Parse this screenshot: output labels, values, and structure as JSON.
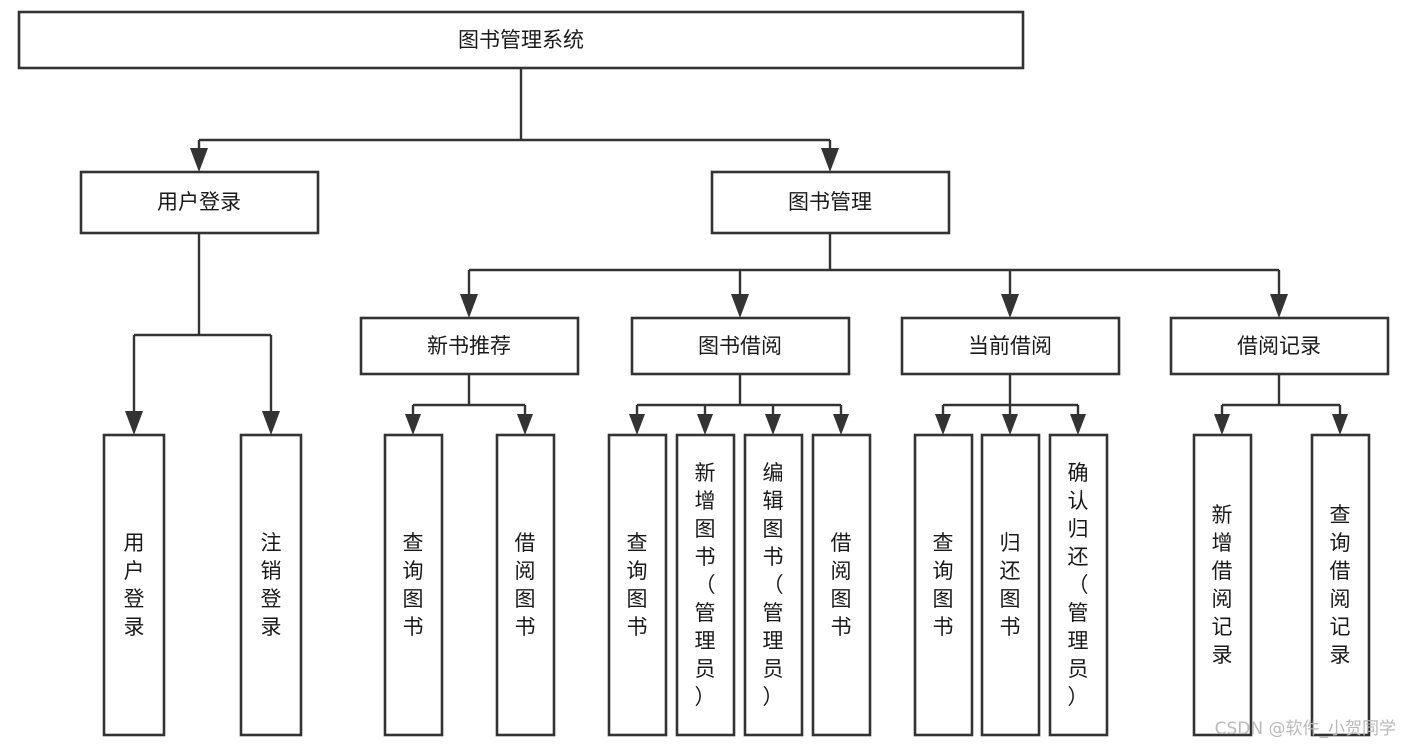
{
  "diagram": {
    "title": "图书管理系统",
    "type": "tree-hierarchy",
    "root": {
      "id": "root",
      "label": "图书管理系统",
      "orientation": "horizontal"
    },
    "level2": [
      {
        "id": "user-login",
        "label": "用户登录",
        "orientation": "horizontal"
      },
      {
        "id": "book-manage",
        "label": "图书管理",
        "orientation": "horizontal"
      }
    ],
    "level3": [
      {
        "id": "new-book-recommend",
        "label": "新书推荐",
        "parent": "book-manage",
        "orientation": "horizontal"
      },
      {
        "id": "book-borrow",
        "label": "图书借阅",
        "parent": "book-manage",
        "orientation": "horizontal"
      },
      {
        "id": "current-borrow",
        "label": "当前借阅",
        "parent": "book-manage",
        "orientation": "horizontal"
      },
      {
        "id": "borrow-record",
        "label": "借阅记录",
        "parent": "book-manage",
        "orientation": "horizontal"
      }
    ],
    "leaves": [
      {
        "id": "leaf-user-login",
        "label": "用户登录",
        "parent": "user-login",
        "orientation": "vertical"
      },
      {
        "id": "leaf-logout-login",
        "label": "注销登录",
        "parent": "user-login",
        "orientation": "vertical"
      },
      {
        "id": "leaf-query-book-1",
        "label": "查询图书",
        "parent": "new-book-recommend",
        "orientation": "vertical"
      },
      {
        "id": "leaf-borrow-book-1",
        "label": "借阅图书",
        "parent": "new-book-recommend",
        "orientation": "vertical"
      },
      {
        "id": "leaf-query-book-2",
        "label": "查询图书",
        "parent": "book-borrow",
        "orientation": "vertical"
      },
      {
        "id": "leaf-add-book",
        "label": "新增图书（管理员）",
        "parent": "book-borrow",
        "orientation": "vertical"
      },
      {
        "id": "leaf-edit-book",
        "label": "编辑图书（管理员）",
        "parent": "book-borrow",
        "orientation": "vertical"
      },
      {
        "id": "leaf-borrow-book-2",
        "label": "借阅图书",
        "parent": "book-borrow",
        "orientation": "vertical"
      },
      {
        "id": "leaf-query-book-3",
        "label": "查询图书",
        "parent": "current-borrow",
        "orientation": "vertical"
      },
      {
        "id": "leaf-return-book",
        "label": "归还图书",
        "parent": "current-borrow",
        "orientation": "vertical"
      },
      {
        "id": "leaf-confirm-return",
        "label": "确认归还（管理员）",
        "parent": "current-borrow",
        "orientation": "vertical"
      },
      {
        "id": "leaf-add-record",
        "label": "新增借阅记录",
        "parent": "borrow-record",
        "orientation": "vertical"
      },
      {
        "id": "leaf-query-record",
        "label": "查询借阅记录",
        "parent": "borrow-record",
        "orientation": "vertical"
      }
    ]
  },
  "watermark": {
    "text": "CSDN @软件_小贺同学"
  },
  "colors": {
    "stroke": "#333333",
    "fill": "#ffffff",
    "text": "#1a1a1a",
    "watermark": "#b9b9b9"
  }
}
